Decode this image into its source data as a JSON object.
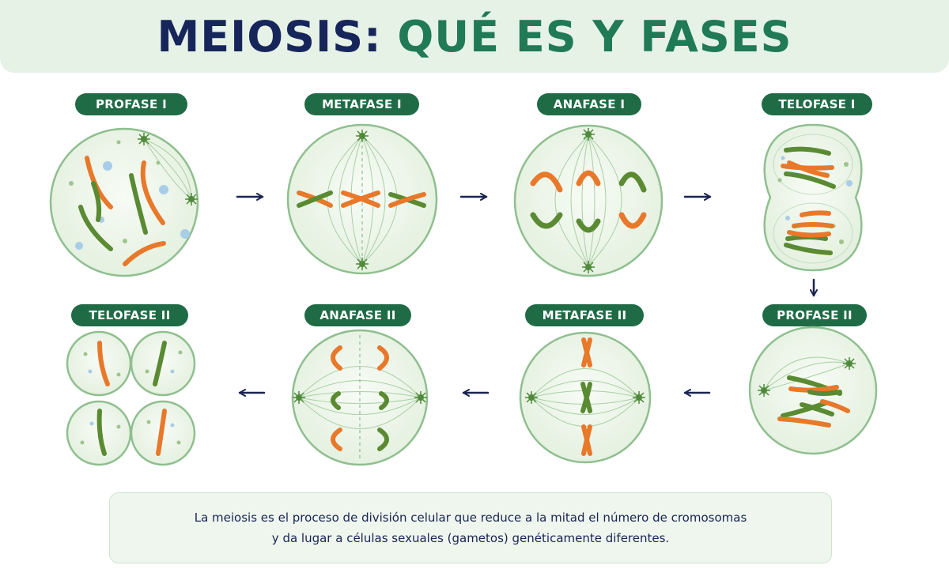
{
  "title": {
    "part1": "MEIOSIS:",
    "part2": "QUÉ ES Y FASES"
  },
  "phases": [
    {
      "id": "profase-1",
      "label": "PROFASE I"
    },
    {
      "id": "metafase-1",
      "label": "METAFASE I"
    },
    {
      "id": "anafase-1",
      "label": "ANAFASE I"
    },
    {
      "id": "telofase-1",
      "label": "TELOFASE I"
    },
    {
      "id": "profase-2",
      "label": "PROFASE II"
    },
    {
      "id": "metafase-2",
      "label": "METAFASE II"
    },
    {
      "id": "anafase-2",
      "label": "ANAFASE II"
    },
    {
      "id": "telofase-2",
      "label": "TELOFASE II"
    }
  ],
  "flow_icon": "arrow-icon",
  "caption": {
    "line1": "La meiosis es el proceso de división celular que reduce a la mitad el número de cromosomas",
    "line2": "y da lugar a células sexuales (gametos) genéticamente diferentes."
  },
  "colors": {
    "title_dark": "#16265a",
    "title_green": "#1f7a55",
    "label_bg": "#1f6b45",
    "cell_fill": "#eef6ec",
    "cell_stroke": "#8fbf8f",
    "chromosome_orange": "#e8782a",
    "chromosome_green": "#5a8a32",
    "arrow": "#1a2450"
  }
}
